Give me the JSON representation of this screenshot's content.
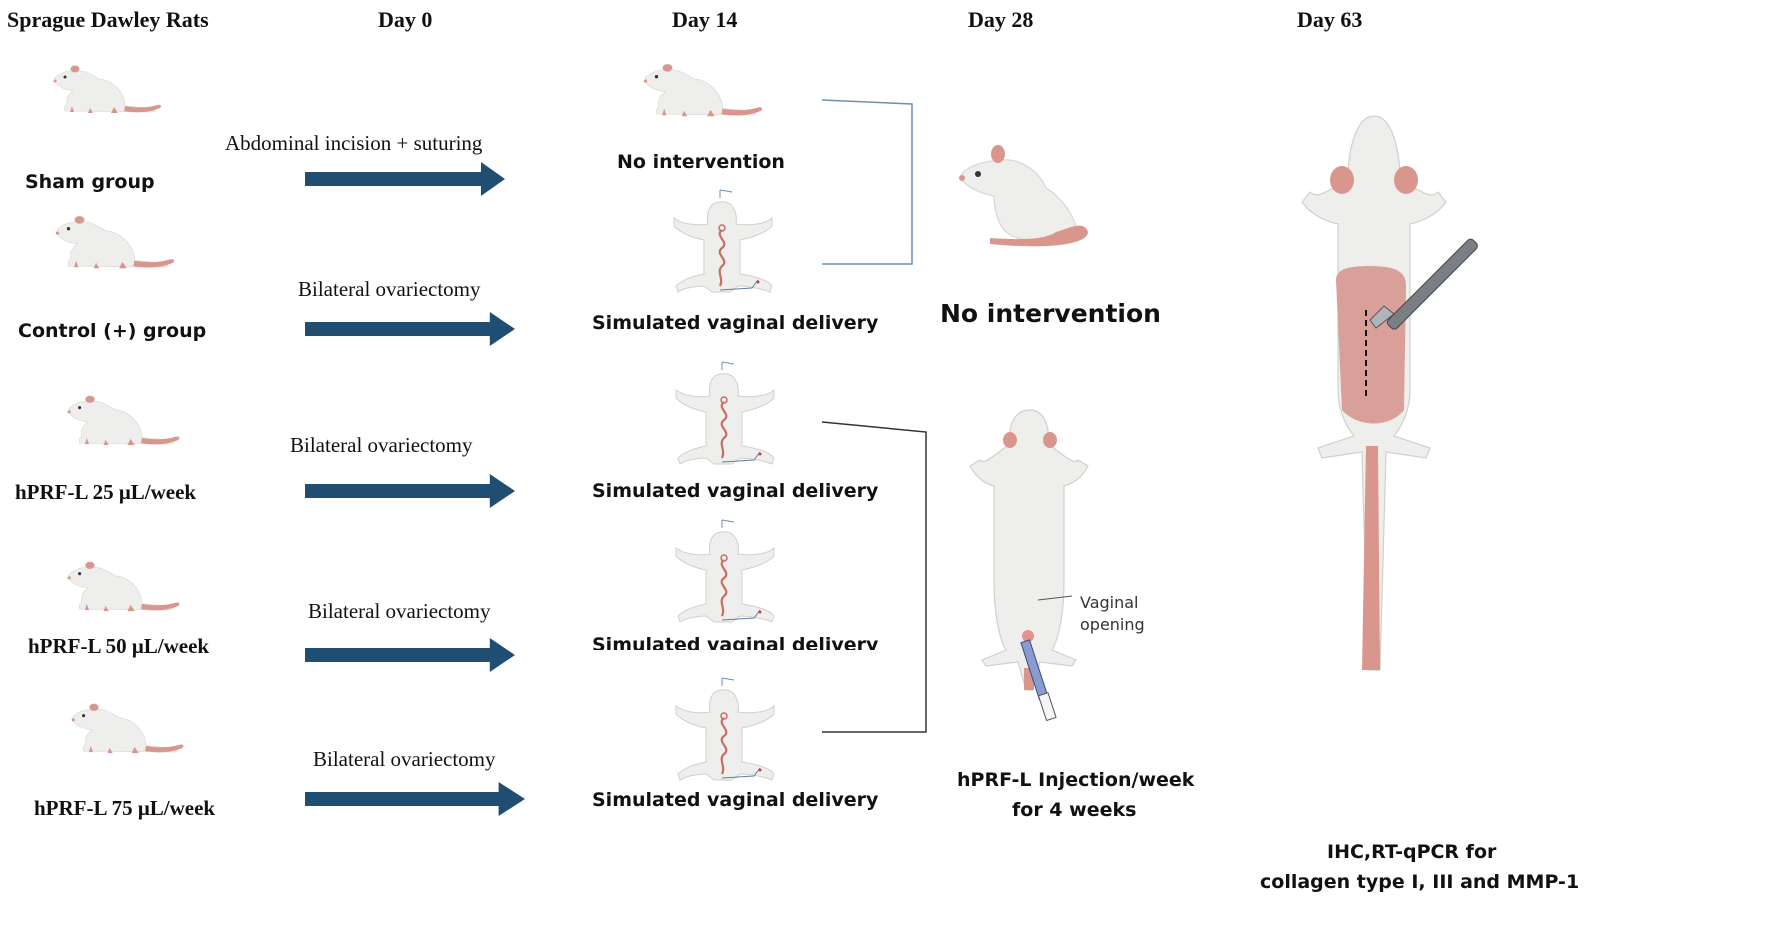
{
  "headers": {
    "subjects": "Sprague Dawley Rats",
    "day0": "Day 0",
    "day14": "Day 14",
    "day28": "Day 28",
    "day63": "Day 63"
  },
  "groups": [
    {
      "name": "Sham group",
      "procedure": "Abdominal incision + suturing",
      "day14": "No intervention"
    },
    {
      "name": "Control (+) group",
      "procedure": "Bilateral ovariectomy",
      "day14": "Simulated vaginal delivery"
    },
    {
      "name": "hPRF-L 25 μL/week",
      "procedure": "Bilateral ovariectomy",
      "day14": "Simulated vaginal delivery"
    },
    {
      "name": "hPRF-L 50 μL/week",
      "procedure": "Bilateral ovariectomy",
      "day14": "Simulated vaginal delivery"
    },
    {
      "name": "hPRF-L 75 μL/week",
      "procedure": "Bilateral ovariectomy",
      "day14": "Simulated vaginal delivery"
    }
  ],
  "day28": {
    "control_label": "No intervention",
    "treatment_line1": "hPRF-L Injection/week",
    "treatment_line2": "for 4 weeks",
    "callout_line1": "Vaginal",
    "callout_line2": "opening"
  },
  "day63": {
    "line1": "IHC,RT-qPCR for",
    "line2": "collagen type I, III and MMP-1"
  },
  "colors": {
    "arrow": "#1f4e72",
    "rat_body": "#eeeeec",
    "rat_shadow": "#d6d6d2",
    "rat_pink": "#d9968c",
    "bracket_blue": "#6f8fb0",
    "bracket_dark": "#333333",
    "scalpel": "#7a7f86",
    "tissue": "#d9a09a"
  }
}
